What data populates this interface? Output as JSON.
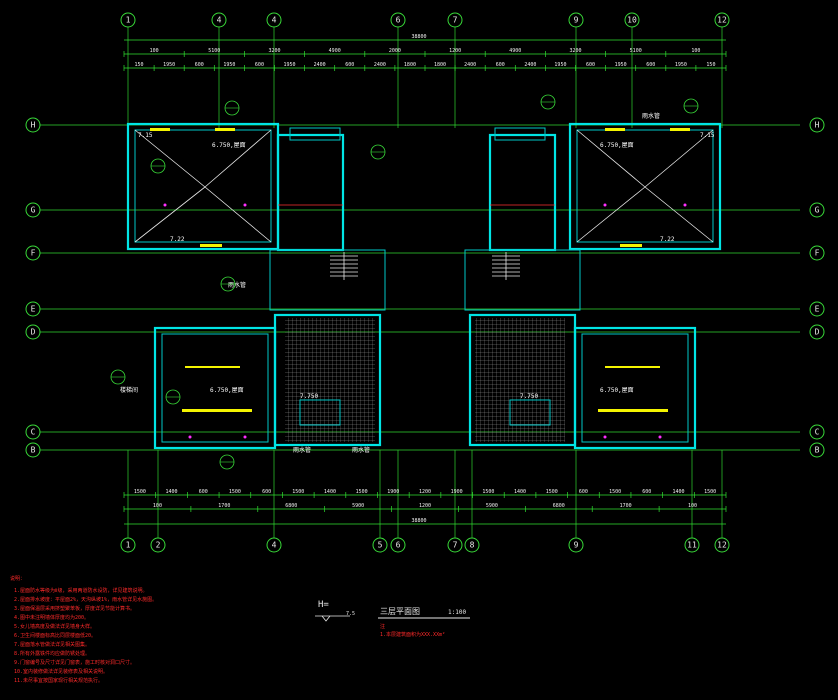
{
  "drawing": {
    "title": "三层平面图",
    "scale": "1:100",
    "sub_note": "注",
    "sub_note_line": "1.本层建筑面积为XXX.XXm²",
    "elevation_label": "H=",
    "elevation_value": "7.5"
  },
  "axes_top": [
    "1",
    "4",
    "4",
    "6",
    "7",
    "9",
    "10",
    "12"
  ],
  "axes_bottom": [
    "1",
    "2",
    "4",
    "5",
    "6",
    "7",
    "8",
    "9",
    "11",
    "12"
  ],
  "axes_left": [
    "H",
    "G",
    "F",
    "E",
    "D",
    "C",
    "B"
  ],
  "axes_right": [
    "H",
    "G",
    "F",
    "E",
    "D",
    "C",
    "B"
  ],
  "dims_top_total": "38800",
  "dims_top_mid": [
    "100",
    "5100",
    "3200",
    "4900",
    "2000",
    "1200",
    "4900",
    "3200",
    "5100",
    "100"
  ],
  "dims_top_fine": [
    "150",
    "1950",
    "600",
    "1950",
    "600",
    "1950",
    "2400",
    "600",
    "2400",
    "1800",
    "1800",
    "2400",
    "600",
    "2400",
    "1950",
    "600",
    "1950",
    "600",
    "1950",
    "150"
  ],
  "dims_bottom_total": "38800",
  "dims_bottom_mid": [
    "100",
    "1700",
    "6800",
    "5900",
    "1200",
    "5900",
    "6800",
    "1700",
    "100"
  ],
  "dims_bottom_fine": [
    "1500",
    "1400",
    "600",
    "1500",
    "600",
    "1500",
    "1400",
    "1500",
    "1900",
    "1200",
    "1900",
    "1500",
    "1400",
    "1500",
    "600",
    "1500",
    "600",
    "1400",
    "1500"
  ],
  "room_labels": {
    "left_top_elev": "6.750,屋面",
    "right_top_elev": "6.750,屋面",
    "left_bottom_elev": "6.750,屋面",
    "right_bottom_elev": "6.750,屋面",
    "rain": "雨水管",
    "stair": "楼梯间",
    "elev_750": "7.750",
    "elev_722": "7.22",
    "elev_715": "7.15"
  },
  "notes": {
    "heading": "说明：",
    "items": [
      "1.屋面防水等级为Ⅱ级，采用两道防水设防，详见建筑说明。",
      "2.屋面排水坡度：平屋面2%，天沟纵坡1%，雨水管详见水施图。",
      "3.屋面保温层采用挤塑聚苯板，厚度详见节能计算书。",
      "4.图中未注明墙体厚度均为200。",
      "5.女儿墙高度及做法详见墙身大样。",
      "6.卫生间楼面标高比同层楼面低20。",
      "7.屋面落水管做法详见相关图集。",
      "8.所有外露铁件均应做防锈处理。",
      "9.门窗编号及尺寸详见门窗表，施工时核对洞口尺寸。",
      "10.室内装修做法详见装修表及相关说明。",
      "11.未尽事宜按国家现行相关规范执行。"
    ]
  },
  "colors": {
    "grid": "#2fd52f",
    "wall": "#00e5e5",
    "accent_red": "#ff2a2a",
    "accent_yellow": "#f4f400",
    "accent_magenta": "#ff30ff"
  }
}
